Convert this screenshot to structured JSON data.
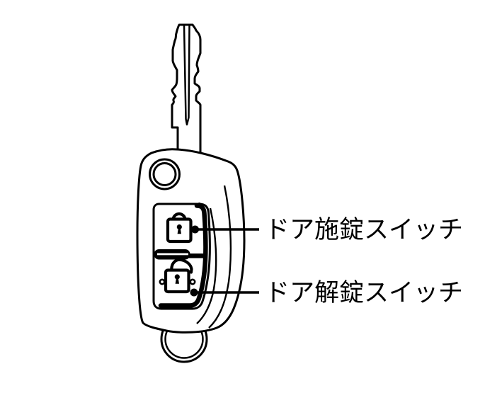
{
  "illustration": {
    "subject": "remote-flip-key",
    "labels": {
      "lock_switch": "ドア施錠スイッチ",
      "unlock_switch": "ドア解錠スイッチ"
    },
    "icons": {
      "lock_button": "closed-padlock-icon",
      "unlock_button": "open-padlock-icon"
    },
    "colors": {
      "line": "#000000",
      "background": "#ffffff"
    }
  }
}
